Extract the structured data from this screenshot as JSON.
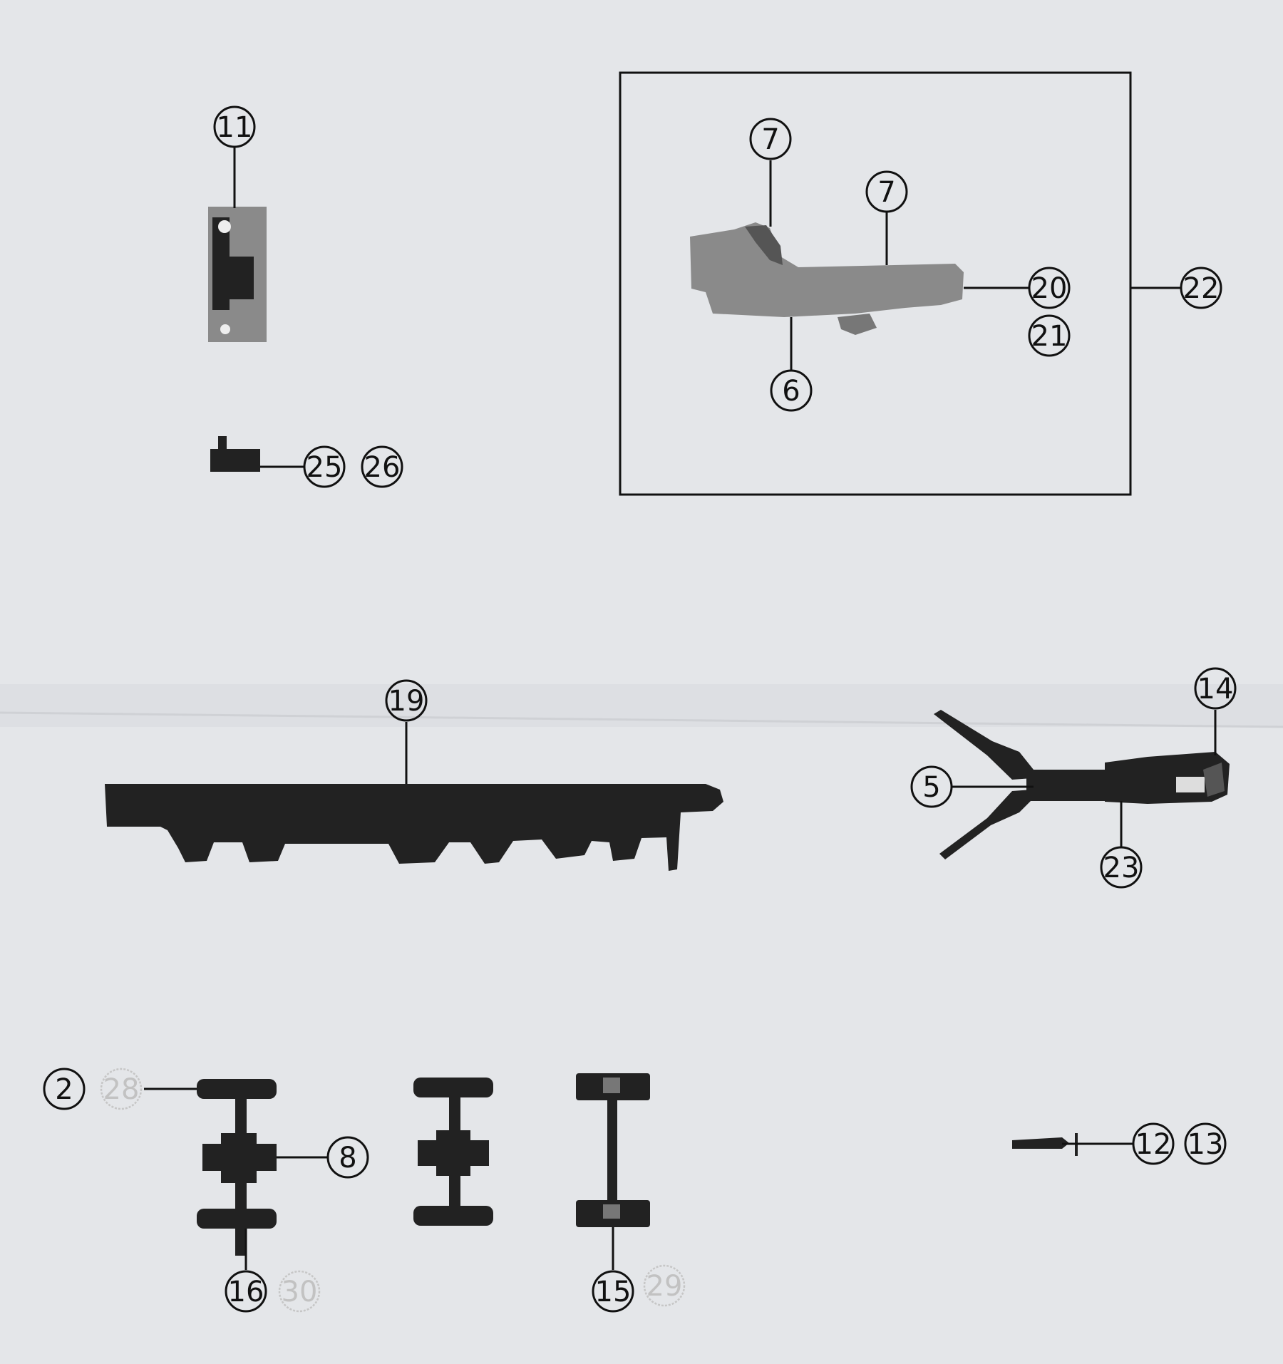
{
  "diagram": {
    "labels": {
      "l11": "11",
      "l7a": "7",
      "l7b": "7",
      "l20": "20",
      "l21": "21",
      "l22": "22",
      "l6": "6",
      "l25": "25",
      "l26": "26",
      "l19": "19",
      "l14": "14",
      "l5": "5",
      "l23": "23",
      "l2": "2",
      "l28": "28",
      "l8": "8",
      "l16": "16",
      "l30": "30",
      "l15": "15",
      "l29": "29",
      "l12": "12",
      "l13": "13"
    },
    "colors": {
      "paper": "#e4e6e9",
      "ink": "#111111",
      "grey_print": "#8a8a8a",
      "faint_label": "#c2c2c2"
    }
  }
}
